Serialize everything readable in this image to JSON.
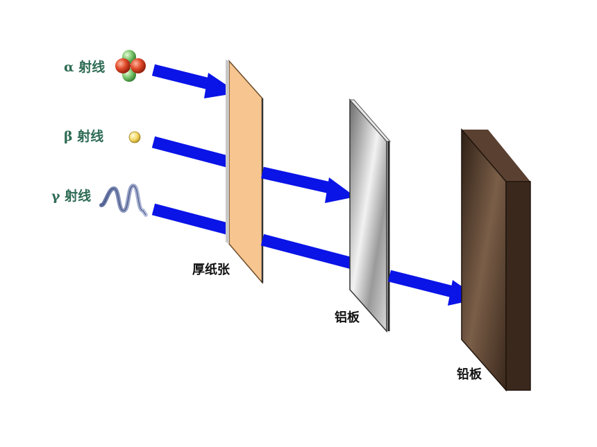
{
  "rays": {
    "alpha": {
      "label": "α 射线"
    },
    "beta": {
      "label": "β 射线"
    },
    "gamma": {
      "label": "γ 射线"
    }
  },
  "plates": {
    "paper": {
      "label": "厚纸张"
    },
    "aluminum": {
      "label": "铝板"
    },
    "lead": {
      "label": "铅板"
    }
  },
  "colors": {
    "arrow": "#0a14e6",
    "label_text": "#2e6b55",
    "paper": "#f7c58f",
    "lead": "#4a3426"
  }
}
